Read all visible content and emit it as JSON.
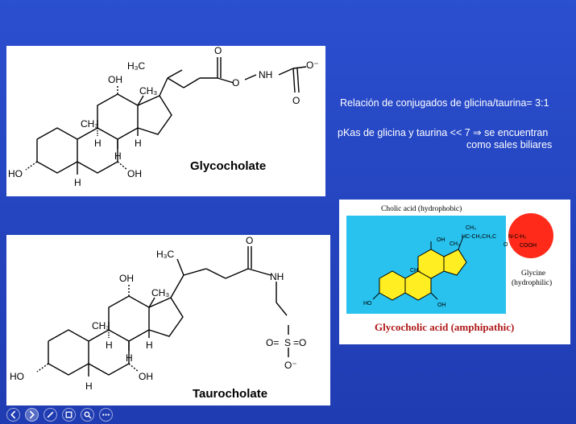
{
  "glycocholate": {
    "name": "Glycocholate",
    "labels": {
      "h3c": "H₃C",
      "o_top": "O",
      "o_ester": "O",
      "nh": "NH",
      "o_minus": "O⁻",
      "o_bottom": "O",
      "oh12": "OH",
      "ch3_c18": "CH₃",
      "ch3_c19": "CH₃",
      "h8": "H",
      "h9": "H",
      "h14": "H",
      "ho3": "HO",
      "h5": "H",
      "oh7": "OH"
    }
  },
  "taurocholate": {
    "name": "Taurocholate",
    "labels": {
      "h3c": "H₃C",
      "o_top": "O",
      "nh": "NH",
      "oh12": "OH",
      "ch3_c18": "CH₃",
      "ch3_c19": "CH₃",
      "h8": "H",
      "h9": "H",
      "h14": "H",
      "ho3": "HO",
      "h5": "H",
      "oh7": "OH",
      "s": "S",
      "o_left": "O=",
      "o_right": "=O",
      "o_minus": "O⁻"
    }
  },
  "side_text": {
    "ratio": "Relación de conjugados de glicina/taurina= 3:1",
    "pka_line1": "pKas de glicina y taurina << 7 ⇒ se encuentran",
    "pka_line2": "como sales biliares"
  },
  "amphipathic": {
    "title": "Cholic acid (hydrophobic)",
    "caption": "Glycocholic acid (amphipathic)",
    "glycine": "Glycine",
    "glycine_sub": "(hydrophilic)",
    "labels": {
      "oh12": "OH",
      "ch3a": "CH₃",
      "ch3b": "CH₃",
      "ch3c": "CH₃",
      "ho": "HO",
      "oh7": "OH",
      "chain": "HC-CH₂CH₂C",
      "nh": "N-C-H₂",
      "cooh": "COOH",
      "o": "O"
    }
  },
  "colors": {
    "background": "#2546c0",
    "hydrophobic_box": "#29c2ee",
    "ring_fill": "#ffee22",
    "glycine_fill": "#ff2a1a",
    "caption": "#b01818"
  },
  "toolbar": {
    "icons": [
      "arrow-left-icon",
      "arrow-right-icon",
      "pen-icon",
      "slides-icon",
      "zoom-icon",
      "more-icon"
    ]
  }
}
